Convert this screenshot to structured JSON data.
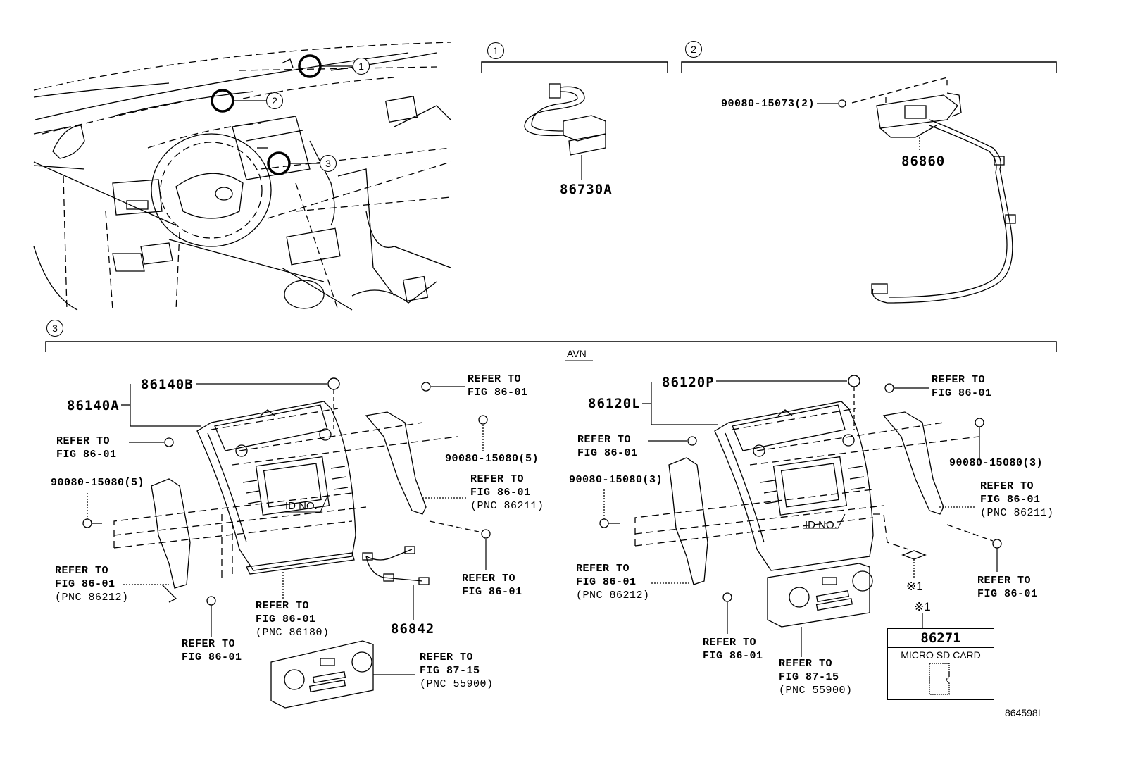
{
  "figure_id": "864598I",
  "section_callouts": {
    "one": "1",
    "two": "2",
    "three": "3"
  },
  "overview": {
    "callout_1": "1",
    "callout_2": "2",
    "callout_3": "3"
  },
  "section1": {
    "part": "86730A"
  },
  "section2": {
    "screw": "90080-15073(2)",
    "part": "86860"
  },
  "section3": {
    "group_title": "AVN",
    "left": {
      "assembly": "86140A",
      "cap": "86140B",
      "screw_top_left": {
        "line1": "REFER TO",
        "line2": "FIG 86-01"
      },
      "bolt_left": "90080-15080(5)",
      "screw_top_right": {
        "line1": "REFER TO",
        "line2": "FIG 86-01"
      },
      "bolt_right": "90080-15080(5)",
      "bracket_right": {
        "line1": "REFER TO",
        "line2": "FIG 86-01",
        "line3": "(PNC 86211)"
      },
      "screw_right_lower": {
        "line1": "REFER TO",
        "line2": "FIG 86-01"
      },
      "bracket_left": {
        "line1": "REFER TO",
        "line2": "FIG 86-01",
        "line3": "(PNC 86212)"
      },
      "screw_left_lower": {
        "line1": "REFER TO",
        "line2": "FIG 86-01"
      },
      "bottom_bracket": {
        "line1": "REFER TO",
        "line2": "FIG 86-01",
        "line3": "(PNC 86180)"
      },
      "harness": "86842",
      "id_label": "ID NO.",
      "climate_panel": {
        "line1": "REFER TO",
        "line2": "FIG 87-15",
        "line3": "(PNC 55900)"
      }
    },
    "right": {
      "assembly": "86120L",
      "cap": "86120P",
      "screw_top_left": {
        "line1": "REFER TO",
        "line2": "FIG 86-01"
      },
      "bolt_left": "90080-15080(3)",
      "screw_top_right": {
        "line1": "REFER TO",
        "line2": "FIG 86-01"
      },
      "bolt_right": "90080-15080(3)",
      "bracket_right": {
        "line1": "REFER TO",
        "line2": "FIG 86-01",
        "line3": "(PNC 86211)"
      },
      "screw_right_lower": {
        "line1": "REFER TO",
        "line2": "FIG 86-01"
      },
      "bracket_left": {
        "line1": "REFER TO",
        "line2": "FIG 86-01",
        "line3": "(PNC 86212)"
      },
      "screw_left_lower": {
        "line1": "REFER TO",
        "line2": "FIG 86-01"
      },
      "id_label": "ID NO.",
      "note_mark": "※1",
      "climate_panel": {
        "line1": "REFER TO",
        "line2": "FIG 87-15",
        "line3": "(PNC 55900)"
      }
    },
    "sd_card": {
      "note_mark": "※1",
      "part": "86271",
      "description": "MICRO SD CARD"
    }
  }
}
